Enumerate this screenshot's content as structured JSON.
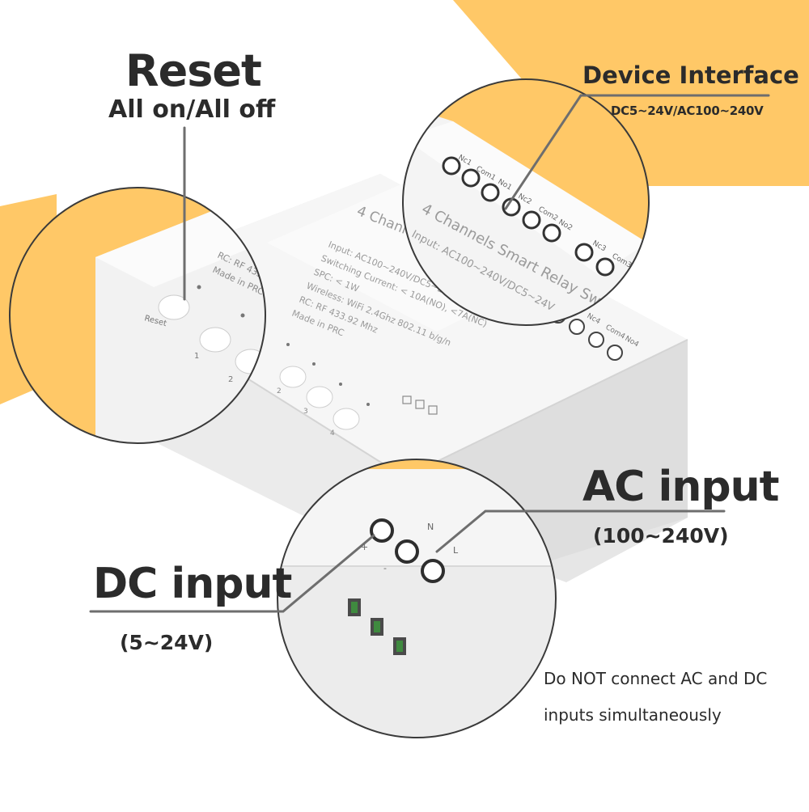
{
  "callouts": {
    "reset": {
      "title": "Reset",
      "subtitle": "All on/All off"
    },
    "device_interface": {
      "title": "Device Interface",
      "subtitle": "DC5~24V/AC100~240V"
    },
    "ac_input": {
      "title": "AC input",
      "subtitle": "(100~240V)"
    },
    "dc_input": {
      "title": "DC input",
      "subtitle": "(5~24V)"
    },
    "warning": {
      "line1": "Do NOT connect AC and DC",
      "line2": "inputs simultaneously"
    }
  },
  "device": {
    "name": "4 Channels Smart Relay Switch",
    "specs": [
      "Input: AC100~240V/DC5~24V",
      "Switching Current: < 10A(NO), <7A(NC)",
      "SPC: < 1W",
      "Wireless: WiFi 2.4Ghz 802.11 b/g/n",
      "RC: RF 433.92 Mhz",
      "Made in PRC"
    ],
    "reset_label": "Reset",
    "button_labels": [
      "1",
      "2",
      "3",
      "4"
    ],
    "terminal_labels": [
      "Nc1",
      "Com1",
      "No1",
      "Nc2",
      "Com2",
      "No2",
      "Nc3",
      "Com3",
      "Nc4",
      "Com4",
      "No4"
    ],
    "power_labels": [
      "N",
      "L"
    ],
    "dc_polarity": [
      "+",
      "-"
    ]
  },
  "colors": {
    "accent_yellow": "#ffc867",
    "device_white": "#f3f3f3",
    "line_gray": "#6e6e6e",
    "text_dark": "#2b2b2b"
  }
}
